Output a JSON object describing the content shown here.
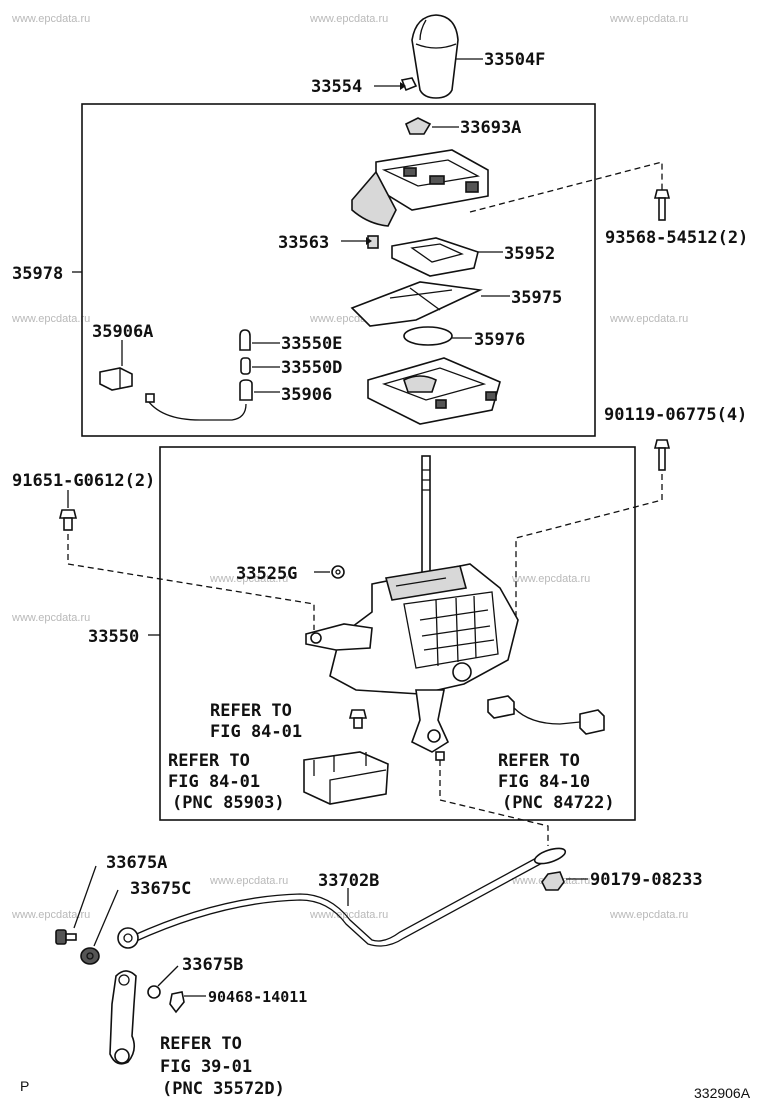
{
  "watermark": "www.epcdata.ru",
  "footer": {
    "left_code": "P",
    "right_code": "332906A"
  },
  "labels": {
    "l_33504F": "33504F",
    "l_33554": "33554",
    "l_33693A": "33693A",
    "l_93568": "93568-54512(2)",
    "l_33563": "33563",
    "l_35952": "35952",
    "l_35978": "35978",
    "l_35975": "35975",
    "l_35906A": "35906A",
    "l_33550E": "33550E",
    "l_33550D": "33550D",
    "l_35976": "35976",
    "l_35906": "35906",
    "l_90119": "90119-06775(4)",
    "l_91651": "91651-G0612(2)",
    "l_33525G": "33525G",
    "l_33550": "33550",
    "l_90179": "90179-08233",
    "l_33675A": "33675A",
    "l_33675C": "33675C",
    "l_33702B": "33702B",
    "l_33675B": "33675B",
    "l_90468": "90468-14011"
  },
  "refs": {
    "r1": [
      "REFER TO",
      "FIG 84-01"
    ],
    "r2": [
      "REFER TO",
      "FIG 84-01",
      "(PNC 85903)"
    ],
    "r3": [
      "REFER TO",
      "FIG 84-10",
      "(PNC 84722)"
    ],
    "r4": [
      "REFER TO",
      "FIG 39-01",
      "(PNC 35572D)"
    ]
  }
}
